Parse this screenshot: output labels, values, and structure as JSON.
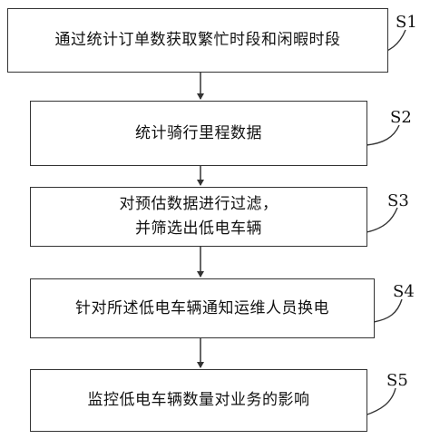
{
  "steps": [
    {
      "id": "S1",
      "lines": [
        "通过统计订单数获取繁忙时段和闲暇时段"
      ]
    },
    {
      "id": "S2",
      "lines": [
        "统计骑行里程数据"
      ]
    },
    {
      "id": "S3",
      "lines": [
        "对预估数据进行过滤，",
        "并筛选出低电车辆"
      ]
    },
    {
      "id": "S4",
      "lines": [
        "针对所述低电车辆通知运维人员换电"
      ]
    },
    {
      "id": "S5",
      "lines": [
        "监控低电车辆数量对业务的影响"
      ]
    }
  ]
}
